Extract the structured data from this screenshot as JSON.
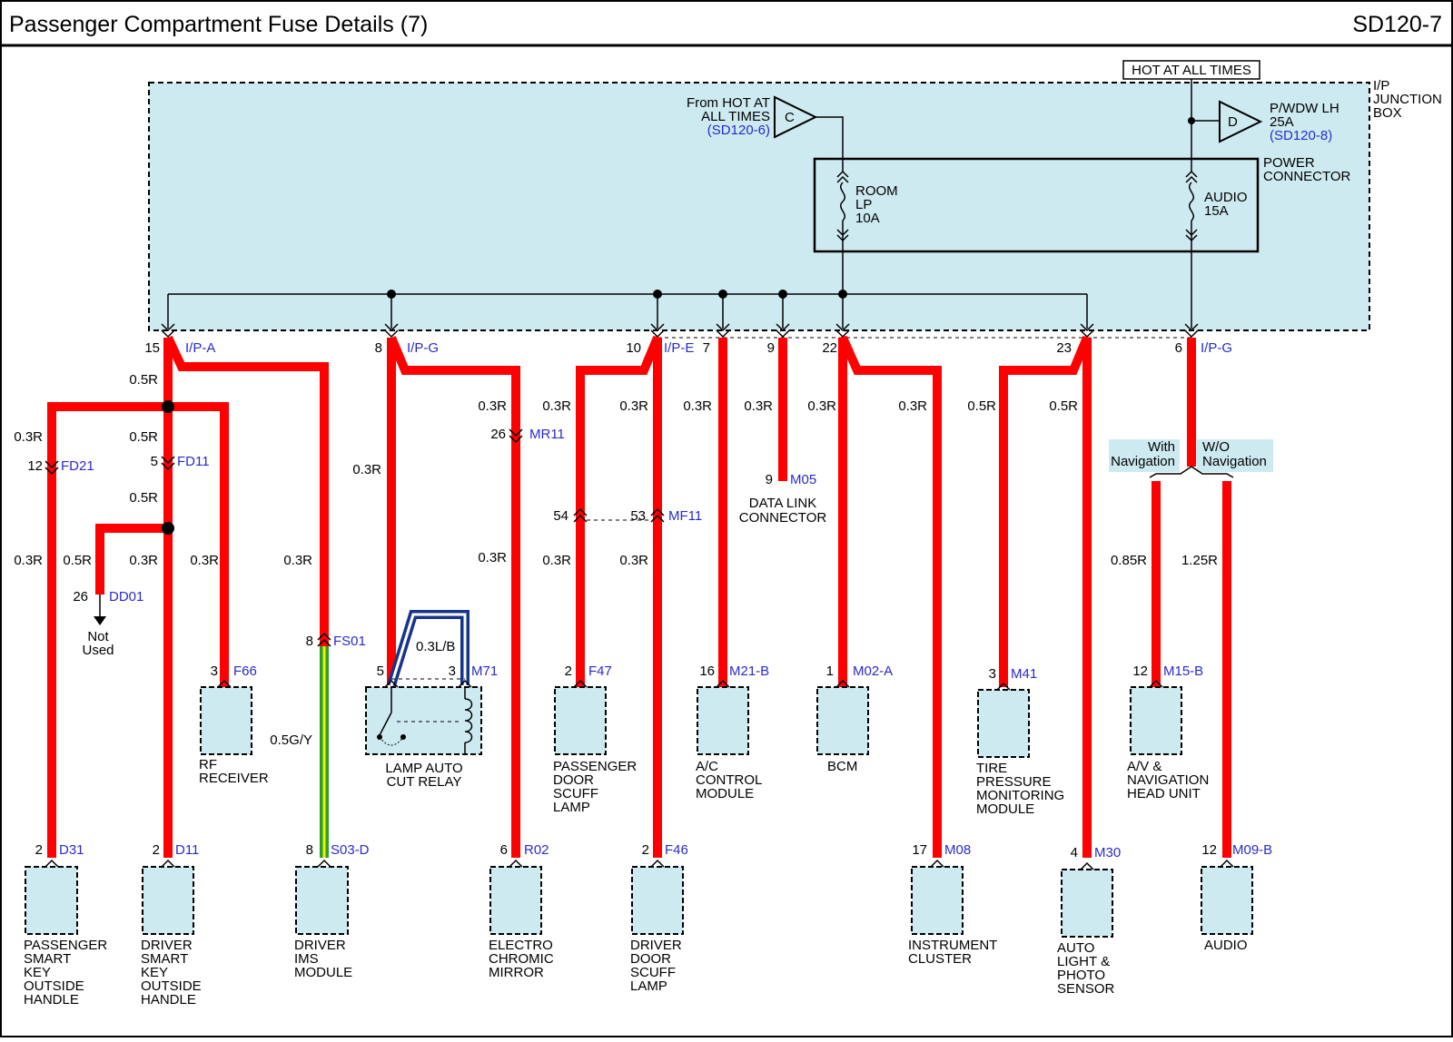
{
  "header": {
    "title": "Passenger Compartment Fuse Details (7)",
    "code": "SD120-7"
  },
  "colors": {
    "wire": "#ff0000",
    "junction_fill": "#cdeaf0",
    "ref": "#2a2acc"
  },
  "junction_box": {
    "label_l1": "I/P",
    "label_l2": "JUNCTION",
    "label_l3": "BOX",
    "hot_at_all_times": "HOT AT ALL TIMES",
    "from_l1": "From HOT AT",
    "from_l2": "ALL TIMES",
    "from_ref": "(SD120-6)",
    "from_letter": "C",
    "pwdw_l1": "P/WDW LH",
    "pwdw_l2": "25A",
    "pwdw_ref": "(SD120-8)",
    "pwdw_letter": "D",
    "power_connector_l1": "POWER",
    "power_connector_l2": "CONNECTOR",
    "fuse1_l1": "ROOM",
    "fuse1_l2": "LP",
    "fuse1_l3": "10A",
    "fuse2_l1": "AUDIO",
    "fuse2_l2": "15A"
  },
  "terminals": {
    "t15": "15",
    "ipa": "I/P-A",
    "t8": "8",
    "ipg1": "I/P-G",
    "t10": "10",
    "ipe": "I/P-E",
    "t7": "7",
    "t9": "9",
    "t22": "22",
    "t23": "23",
    "t6": "6",
    "ipg2": "I/P-G"
  },
  "wires": {
    "w05r_a": "0.5R",
    "w03r_a": "0.3R",
    "w05r_b": "0.5R",
    "w05r_c": "0.5R",
    "w03r_b": "0.3R",
    "w05r_d": "0.5R",
    "w03r_c": "0.3R",
    "w03r_d": "0.3R",
    "w03r_e": "0.3R",
    "w05gy": "0.5G/Y",
    "w03r_f": "0.3R",
    "w03r_g": "0.3R",
    "w03lb": "0.3L/B",
    "w03r_h": "0.3R",
    "w03r_i": "0.3R",
    "w03r_j": "0.3R",
    "w03r_k": "0.3R",
    "w03r_l": "0.3R",
    "w03r_m": "0.3R",
    "w03r_n": "0.3R",
    "w03r_o": "0.3R",
    "w03r_p": "0.3R",
    "w05r_e": "0.5R",
    "w05r_f": "0.5R",
    "w085r": "0.85R",
    "w125r": "1.25R"
  },
  "connectors": {
    "fd21_pin": "12",
    "fd21": "FD21",
    "fd11_pin": "5",
    "fd11": "FD11",
    "dd01_pin": "26",
    "dd01": "DD01",
    "not_l1": "Not",
    "not_l2": "Used",
    "fs01_pin": "8",
    "fs01": "FS01",
    "mr11_pin": "26",
    "mr11": "MR11",
    "m71_pin5": "5",
    "m71_pin3": "3",
    "m71": "M71",
    "mf11_pin54": "54",
    "mf11_pin53": "53",
    "mf11": "MF11",
    "m05_pin": "9",
    "m05": "M05",
    "with_nav_l1": "With",
    "with_nav_l2": "Navigation",
    "wo_nav_l1": "W/O",
    "wo_nav_l2": "Navigation"
  },
  "components": {
    "d31_pin": "2",
    "d31": "D31",
    "pass_l1": "PASSENGER",
    "pass_l2": "SMART",
    "pass_l3": "KEY",
    "pass_l4": "OUTSIDE",
    "pass_l5": "HANDLE",
    "d11_pin": "2",
    "d11": "D11",
    "drv_l1": "DRIVER",
    "drv_l2": "SMART",
    "drv_l3": "KEY",
    "drv_l4": "OUTSIDE",
    "drv_l5": "HANDLE",
    "f66_pin": "3",
    "f66": "F66",
    "rf_l1": "RF",
    "rf_l2": "RECEIVER",
    "s03_pin": "8",
    "s03": "S03-D",
    "ims_l1": "DRIVER",
    "ims_l2": "IMS",
    "ims_l3": "MODULE",
    "relay_l1": "LAMP AUTO",
    "relay_l2": "CUT RELAY",
    "r02_pin": "6",
    "r02": "R02",
    "ecm_l1": "ELECTRO",
    "ecm_l2": "CHROMIC",
    "ecm_l3": "MIRROR",
    "f47_pin": "2",
    "f47": "F47",
    "pds_l1": "PASSENGER",
    "pds_l2": "DOOR",
    "pds_l3": "SCUFF",
    "pds_l4": "LAMP",
    "f46_pin": "2",
    "f46": "F46",
    "dds_l1": "DRIVER",
    "dds_l2": "DOOR",
    "dds_l3": "SCUFF",
    "dds_l4": "LAMP",
    "dlc_l1": "DATA LINK",
    "dlc_l2": "CONNECTOR",
    "m21_pin": "16",
    "m21": "M21-B",
    "ac_l1": "A/C",
    "ac_l2": "CONTROL",
    "ac_l3": "MODULE",
    "m02_pin": "1",
    "m02": "M02-A",
    "bcm": "BCM",
    "m08_pin": "17",
    "m08": "M08",
    "ic_l1": "INSTRUMENT",
    "ic_l2": "CLUSTER",
    "m41_pin": "3",
    "m41": "M41",
    "tpm_l1": "TIRE",
    "tpm_l2": "PRESSURE",
    "tpm_l3": "MONITORING",
    "tpm_l4": "MODULE",
    "m30_pin": "4",
    "m30": "M30",
    "al_l1": "AUTO",
    "al_l2": "LIGHT &",
    "al_l3": "PHOTO",
    "al_l4": "SENSOR",
    "m15_pin": "12",
    "m15": "M15-B",
    "av_l1": "A/V &",
    "av_l2": "NAVIGATION",
    "av_l3": "HEAD UNIT",
    "m09_pin": "12",
    "m09": "M09-B",
    "audio": "AUDIO"
  }
}
